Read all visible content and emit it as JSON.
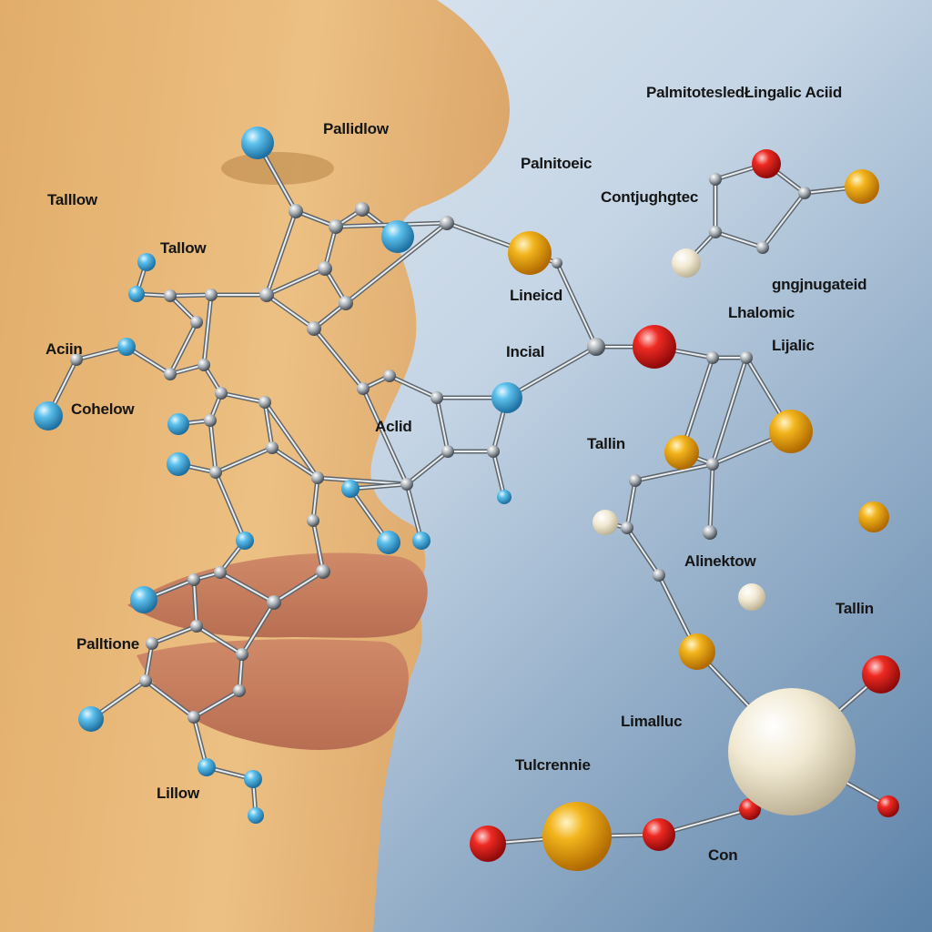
{
  "labels": {
    "tallow_far_left": "Talllow",
    "tallow_left": "Tallow",
    "pallidlow": "Pallidlow",
    "acin": "Aciin",
    "cohelow": "Cohelow",
    "acid_center": "Aclid",
    "palltione": "Palltione",
    "lillow": "Lillow",
    "palmitotesled": "PalmitotesledŁingalic Aciid",
    "palnitoeic": "Palnitoeic",
    "contjughgtec": "Contjughgtec",
    "gngjnugateid": "gngjnugateid",
    "lineicd": "Lineicd",
    "incial": "Incial",
    "lhalomic": "Lhalomic",
    "lijalic": "Lijalic",
    "tallin_mid": "Tallin",
    "alinektow": "Alinektow",
    "tallin_right": "Tallin",
    "limalluc": "Limalluc",
    "tulcrennie": "Tulcrennie",
    "con": "Con"
  },
  "colors": {
    "atom_blue": "#3aa6dc",
    "atom_red": "#d81818",
    "atom_gold": "#e8a010",
    "atom_cream": "#efe6cc",
    "skin": "#e8b877",
    "lip": "#c87c5e",
    "background": "#a9c2d9"
  }
}
